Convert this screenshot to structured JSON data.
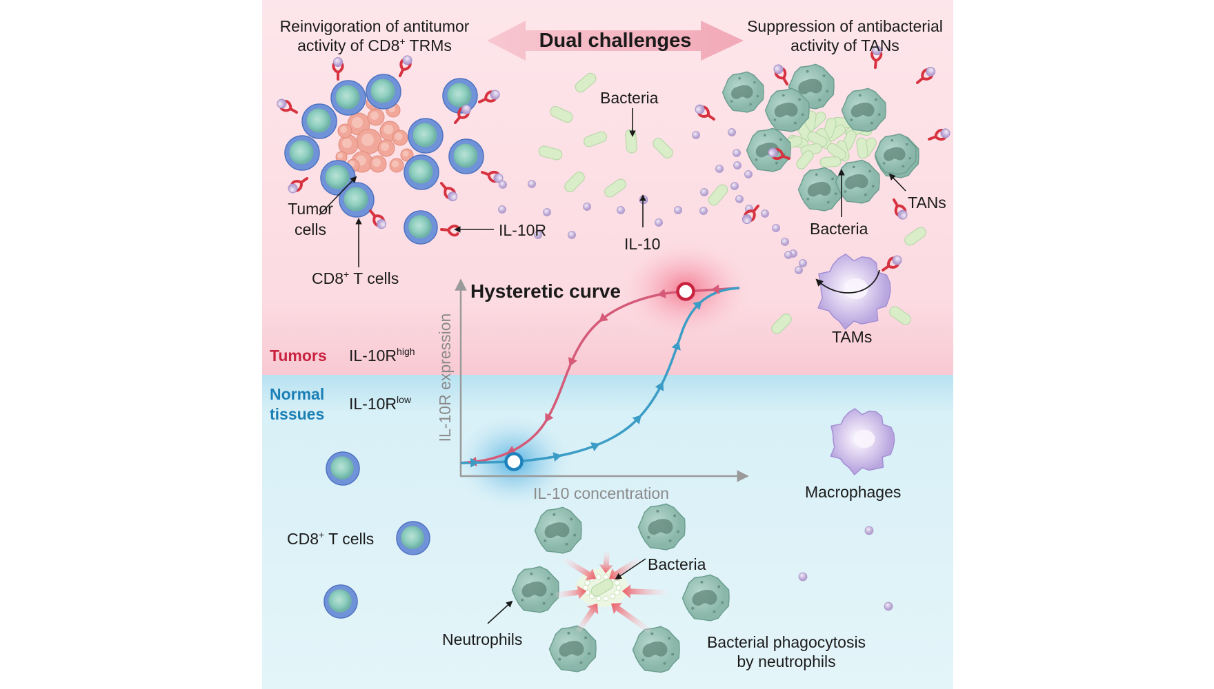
{
  "header": {
    "left_title": {
      "line1": "Reinvigoration of antitumor",
      "line2_pre": "activity of CD8",
      "line2_sup": "+",
      "line2_post": " TRMs"
    },
    "center_title": "Dual challenges",
    "right_title": {
      "line1": "Suppression of antibacterial",
      "line2": "activity of TANs"
    }
  },
  "tumor_region": {
    "name": "Tumors",
    "receptor_pre": "IL-10R",
    "receptor_sup": "high",
    "labels": {
      "tumor_cells_line1": "Tumor",
      "tumor_cells_line2": "cells",
      "cd8_pre": "CD8",
      "cd8_sup": "+",
      "cd8_post": " T cells",
      "il10r": "IL-10R",
      "bacteria_top": "Bacteria",
      "il10": "IL-10",
      "tans": "TANs",
      "bacteria_tans": "Bacteria",
      "tams": "TAMs"
    }
  },
  "normal_region": {
    "name_line1": "Normal",
    "name_line2": "tissues",
    "receptor_pre": "IL-10R",
    "receptor_sup": "low",
    "labels": {
      "macrophages": "Macrophages",
      "cd8_pre": "CD8",
      "cd8_sup": "+",
      "cd8_post": " T cells",
      "bacteria": "Bacteria",
      "neutrophils": "Neutrophils",
      "phagocytosis_line1": "Bacterial phagocytosis",
      "phagocytosis_line2": "by neutrophils"
    }
  },
  "curve": {
    "title": "Hysteretic curve",
    "x_axis_label": "IL-10 concentration",
    "y_axis_label": "IL-10R expression"
  },
  "colors": {
    "tumor_bg": "#fde3e9",
    "normal_bg": "#e2f4f8",
    "tumor_text": "#c8233f",
    "normal_text": "#1b7fb5",
    "down_curve": "#d45a78",
    "up_curve": "#3b9cc5",
    "il10r_receptor": "#d7323f",
    "tcell": "#6f92d8",
    "neutrophil": "#8fbdaf",
    "bacteria": "#d9edc9",
    "il10_dot": "#c8b5da",
    "macrophage": "#c8b8e6"
  }
}
